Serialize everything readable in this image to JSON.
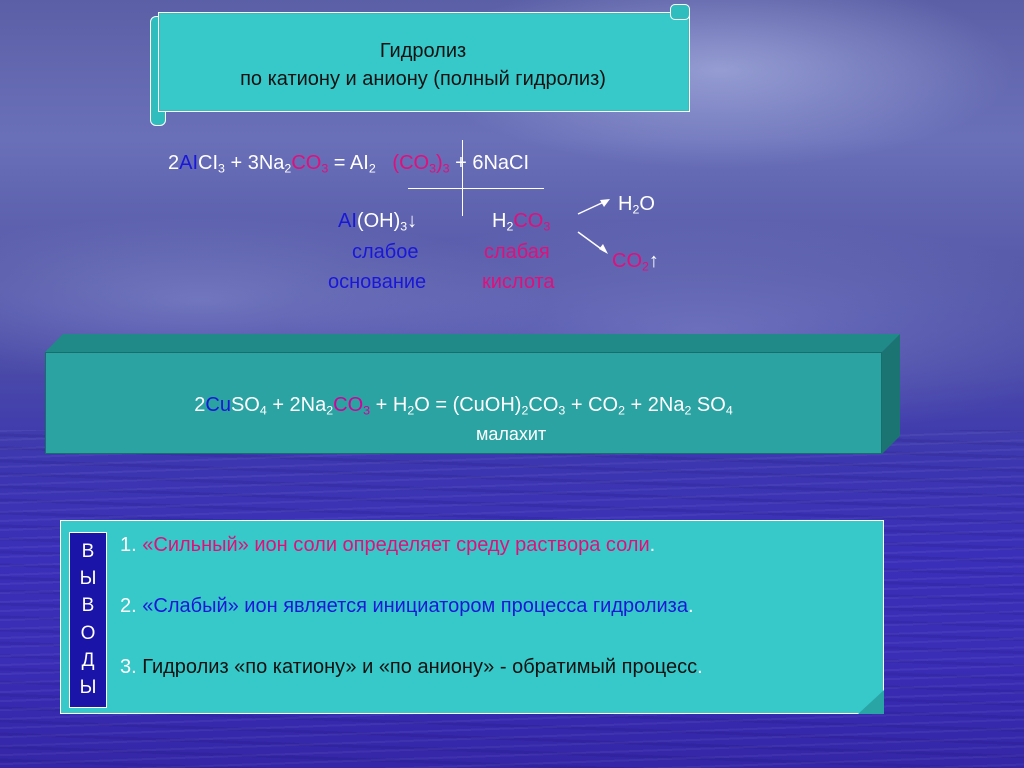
{
  "title": {
    "line1": "Гидролиз",
    "line2": "по катиону и аниону  (полный гидролиз)"
  },
  "reaction1": {
    "coef1": "2",
    "al": "AI",
    "cl3_pre": "CI",
    "cl3_sub": "3",
    "plus_3na": " + 3Na",
    "na_sub": "2",
    "co": "CO",
    "co_sub": "3",
    "eq_al": " = AI",
    "al_sub": "2",
    "co3_open": "(CO",
    "co3_sub": "3",
    "co3_close": ")",
    "co3_close_sub": "3",
    "tail": " + 6NaCI"
  },
  "products": {
    "h2o_pre": "H",
    "h2o_sub": "2",
    "h2o_post": "O",
    "co2_pre": "CO",
    "co2_sub": "2",
    "co2_arrow": "↑",
    "aloh_al": "AI",
    "aloh_rest": "(OH)",
    "aloh_sub": "3",
    "aloh_arrow": "↓",
    "h2co3_h": "H",
    "h2co3_sub1": "2",
    "h2co3_co": "CO",
    "h2co3_sub2": "3",
    "weak_base_1": "слабое",
    "weak_base_2": "основание",
    "weak_acid_1": "слабая",
    "weak_acid_2": "кислота"
  },
  "reaction2": {
    "coef": "2",
    "cu": "Cu",
    "so4_pre": "SO",
    "so4_sub": "4",
    "plus_na": " + 2Na",
    "na_sub": "2",
    "co": "CO",
    "co_sub": "3",
    "h2o_pre": " + H",
    "h2o_sub": "2",
    "h2o_post": "O = (CuOH)",
    "cuoh_sub": "2",
    "co3_pre": "CO",
    "co3_sub": "3",
    "co2_pre": " + CO",
    "co2_sub": "2",
    "na2_pre": " + 2Na",
    "na2_sub": "2",
    "so4b_pre": " SO",
    "so4b_sub": "4",
    "malachite": "малахит"
  },
  "conclusions": {
    "side_label": [
      "В",
      "Ы",
      "В",
      "О",
      "Д",
      "Ы"
    ],
    "items": [
      {
        "num": "1. ",
        "text": "«Сильный» ион соли определяет среду раствора соли",
        "end": "."
      },
      {
        "num": "2. ",
        "text": "«Слабый» ион является инициатором процесса гидролиза",
        "end": "."
      },
      {
        "num": "3. ",
        "text": "Гидролиз «по катиону» и «по аниону» - обратимый процесс",
        "end": "."
      }
    ]
  },
  "colors": {
    "teal_panel": "#37c9c9",
    "box": "#2aa3a2",
    "blue_text": "#1a18d8",
    "pink_text": "#e0107a",
    "badge": "#1a15a8"
  }
}
